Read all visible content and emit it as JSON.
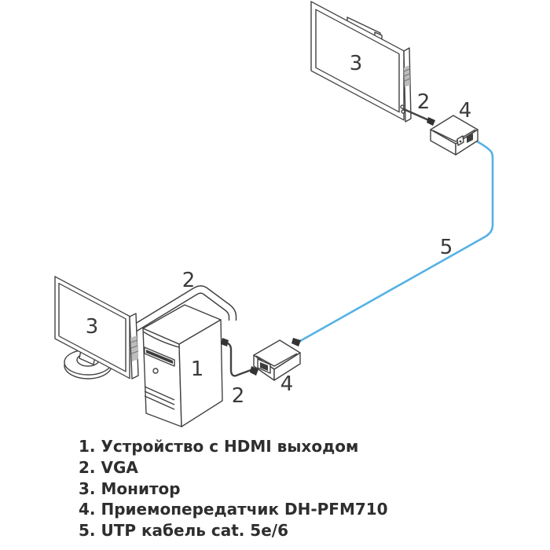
{
  "diagram": {
    "labels": {
      "tower": "1",
      "vga_to_monitor": "2",
      "vga_from_tower": "2",
      "vga_top_monitor": "2",
      "desktop_monitor_screen": "3",
      "top_monitor_screen": "3",
      "transceiver_top": "4",
      "transceiver_bottom": "4",
      "utp_cable": "5"
    },
    "colors": {
      "line_art": "#424242",
      "utp_cable_blue": "#55b2e5",
      "background": "#ffffff"
    }
  },
  "legend": {
    "items": [
      "1. Устройство с HDMI выходом",
      "2. VGA",
      "3. Монитор",
      "4. Приемопередатчик DH-PFM710",
      "5. UTP кабель cat. 5e/6"
    ]
  }
}
